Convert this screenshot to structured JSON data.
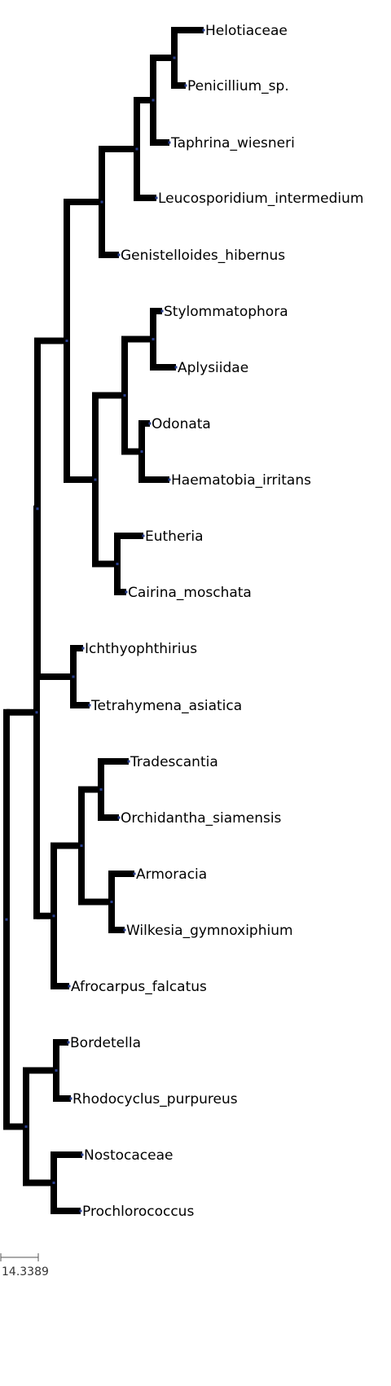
{
  "tree": {
    "branch_color": "#000000",
    "node_marker_color": "#2a3f8f",
    "leaves": [
      {
        "id": "helotiaceae",
        "label": "Helotiaceae"
      },
      {
        "id": "penicillium",
        "label": "Penicillium_sp."
      },
      {
        "id": "taphrina",
        "label": "Taphrina_wiesneri"
      },
      {
        "id": "leucosporidium",
        "label": "Leucosporidium_intermedium"
      },
      {
        "id": "genistelloides",
        "label": "Genistelloides_hibernus"
      },
      {
        "id": "stylommatophora",
        "label": "Stylommatophora"
      },
      {
        "id": "aplysiidae",
        "label": "Aplysiidae"
      },
      {
        "id": "odonata",
        "label": "Odonata"
      },
      {
        "id": "haematobia",
        "label": "Haematobia_irritans"
      },
      {
        "id": "eutheria",
        "label": "Eutheria"
      },
      {
        "id": "cairina",
        "label": "Cairina_moschata"
      },
      {
        "id": "ichthyophthirius",
        "label": "Ichthyophthirius"
      },
      {
        "id": "tetrahymena",
        "label": "Tetrahymena_asiatica"
      },
      {
        "id": "tradescantia",
        "label": "Tradescantia"
      },
      {
        "id": "orchidantha",
        "label": "Orchidantha_siamensis"
      },
      {
        "id": "armoracia",
        "label": "Armoracia"
      },
      {
        "id": "wilkesia",
        "label": "Wilkesia_gymnoxiphium"
      },
      {
        "id": "afrocarpus",
        "label": "Afrocarpus_falcatus"
      },
      {
        "id": "bordetella",
        "label": "Bordetella"
      },
      {
        "id": "rhodocyclus",
        "label": "Rhodocyclus_purpureus"
      },
      {
        "id": "nostocaceae",
        "label": "Nostocaceae"
      },
      {
        "id": "prochlorococcus",
        "label": "Prochlorococcus"
      }
    ]
  },
  "scale_bar": {
    "label": "14.3389"
  }
}
